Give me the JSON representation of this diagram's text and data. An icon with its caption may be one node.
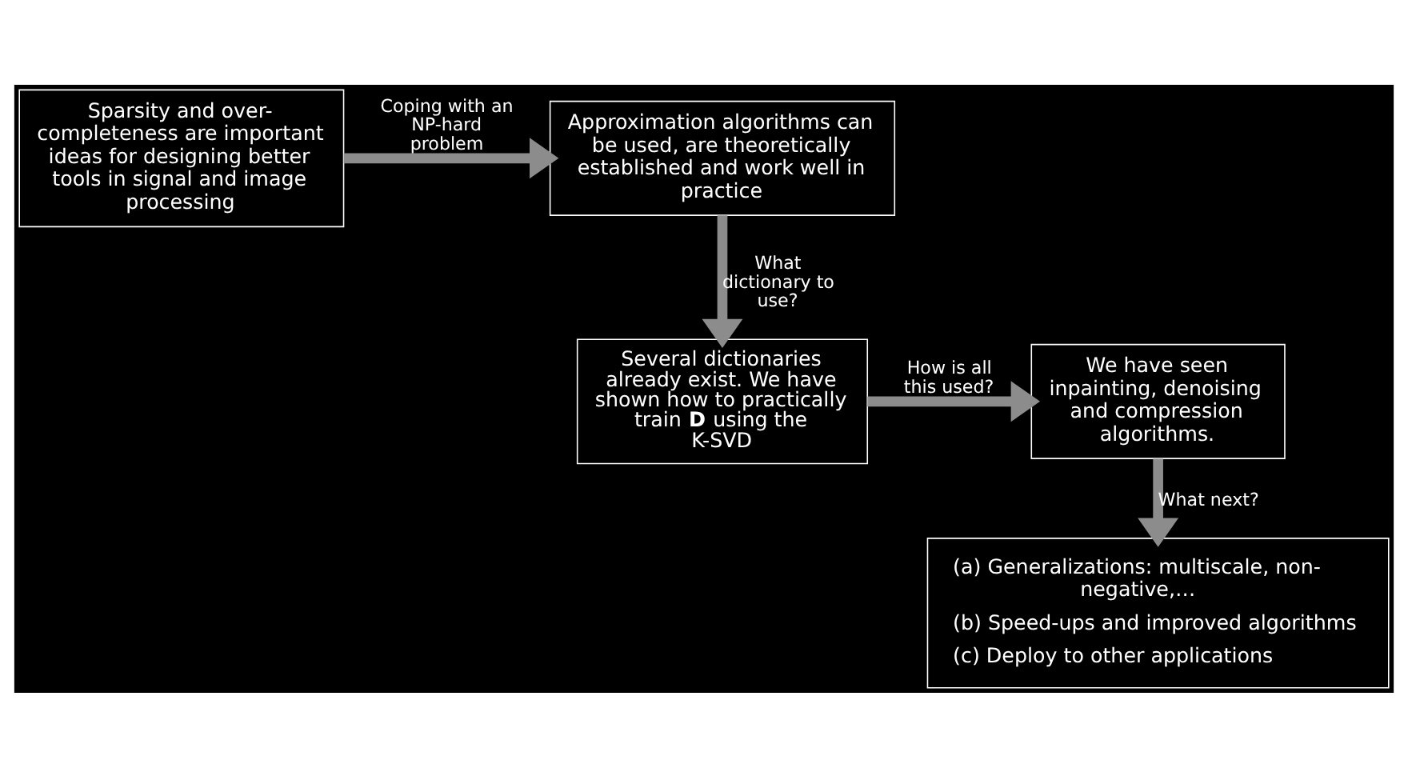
{
  "diagram": {
    "nodes": [
      {
        "text": [
          "Sparsity and over-completeness are important ideas for designing better tools in signal and image processing"
        ]
      },
      {
        "text": [
          "Approximation algorithms can be used, are theoretically established and work well in practice"
        ]
      },
      {
        "text": [
          "Several dictionaries already exist. We have shown how to practically train **D** using the K-SVD"
        ]
      },
      {
        "text": [
          "We have seen inpainting, denoising and compression algorithms."
        ]
      },
      {
        "text": [
          "(a) Generalizations: multiscale, non-negative,…",
          "(b) Speed-ups and improved algorithms",
          "(c) Deploy to other applications"
        ]
      }
    ],
    "edges": [
      {
        "from": 0,
        "to": 1,
        "arrow": "to",
        "label": "Coping with an NP-hard problem"
      },
      {
        "from": 1,
        "to": 2,
        "arrow": "to",
        "label": "What dictionary to use?"
      },
      {
        "from": 2,
        "to": 3,
        "arrow": "to",
        "label": "How is all this used?"
      },
      {
        "from": 3,
        "to": 4,
        "arrow": "to",
        "label": "What next?"
      }
    ]
  }
}
